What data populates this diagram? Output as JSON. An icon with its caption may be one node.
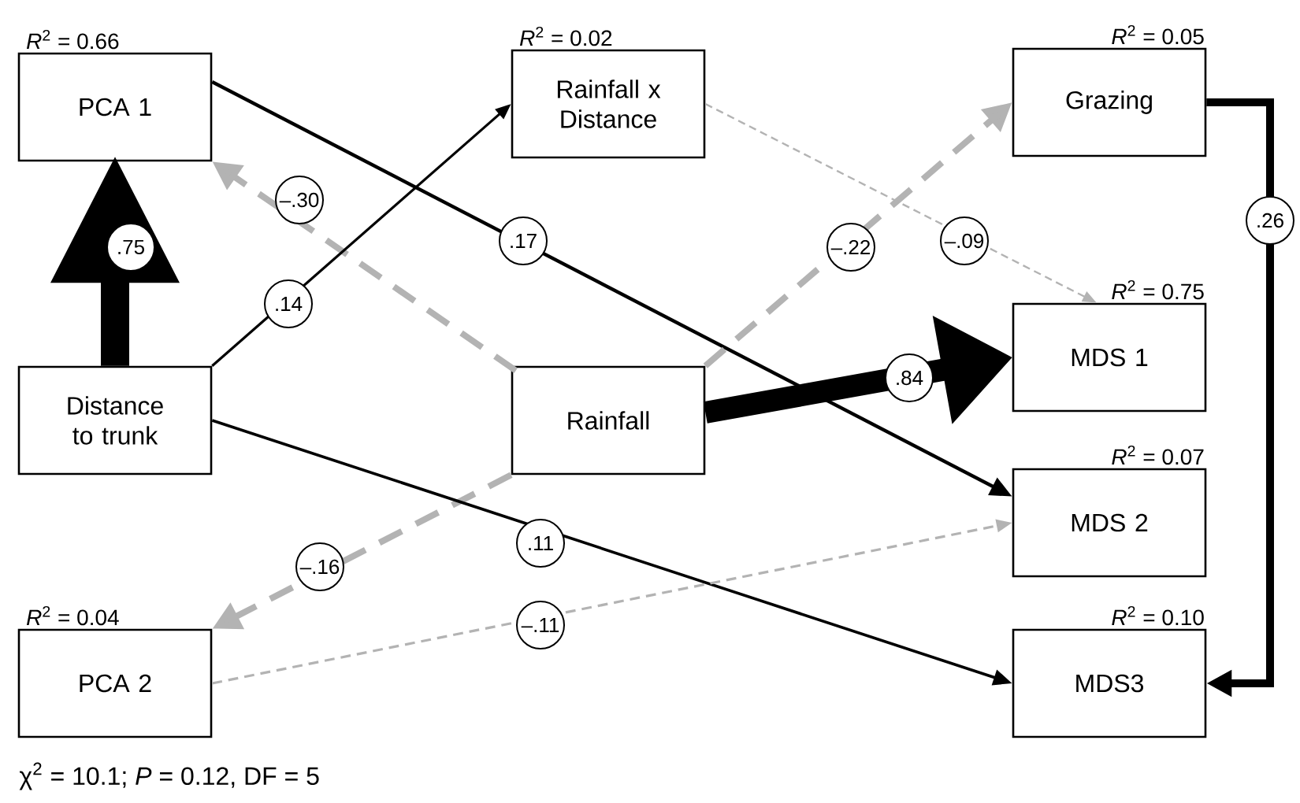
{
  "diagram": {
    "nodes": [
      {
        "text": [
          "PCA 1"
        ],
        "beside": [
          "*R*$^{2}$ = 0.66"
        ]
      },
      {
        "text": [
          "Rainfall x Distance"
        ],
        "beside": [
          "*R*$^{2}$ = 0.02"
        ]
      },
      {
        "text": [
          "Grazing"
        ],
        "beside": [
          "*R*$^{2}$ = 0.05"
        ]
      },
      {
        "text": [
          "Distance to trunk"
        ]
      },
      {
        "text": [
          "Rainfall"
        ]
      },
      {
        "text": [
          "MDS 1"
        ],
        "beside": [
          "*R*$^{2}$ = 0.75"
        ]
      },
      {
        "text": [
          "MDS 2"
        ],
        "beside": [
          "*R*$^{2}$ = 0.07"
        ]
      },
      {
        "text": [
          "PCA 2"
        ],
        "beside": [
          "*R*$^{2}$ = 0.04"
        ]
      },
      {
        "text": [
          "MDS3"
        ],
        "beside": [
          "*R*$^{2}$ = 0.10"
        ]
      }
    ],
    "edges": [
      {
        "from": 3,
        "to": 0,
        "arrow": "to",
        "label": ".75",
        "style": "thick",
        "color": "#000000"
      },
      {
        "from": 4,
        "to": 0,
        "arrow": "to",
        "label": "–.30",
        "style": "dashed",
        "color": "#b3b3b3"
      },
      {
        "from": 3,
        "to": 1,
        "arrow": "to",
        "label": ".14",
        "color": "#000000"
      },
      {
        "from": 0,
        "to": 6,
        "arrow": "to",
        "label": ".17",
        "color": "#000000"
      },
      {
        "from": 4,
        "to": 2,
        "arrow": "to",
        "label": "–.22",
        "style": "dashed",
        "color": "#b3b3b3"
      },
      {
        "from": 1,
        "to": 5,
        "arrow": "to",
        "label": "–.09",
        "style": "dashed",
        "color": "#b3b3b3"
      },
      {
        "from": 2,
        "to": 8,
        "arrow": "to",
        "label": ".26",
        "style": "thick",
        "color": "#000000"
      },
      {
        "from": 4,
        "to": 5,
        "arrow": "to",
        "label": ".84",
        "style": "thick",
        "color": "#000000"
      },
      {
        "from": 4,
        "to": 7,
        "arrow": "to",
        "label": "–.16",
        "style": "dashed",
        "color": "#b3b3b3"
      },
      {
        "from": 3,
        "to": 8,
        "arrow": "to",
        "label": ".11",
        "color": "#000000"
      },
      {
        "from": 7,
        "to": 6,
        "arrow": "to",
        "label": "–.11",
        "style": "dashed",
        "color": "#b3b3b3"
      }
    ],
    "labels": [
      "χ$^{2}$ = 10.1; *P* = 0.12, DF = 5"
    ]
  }
}
